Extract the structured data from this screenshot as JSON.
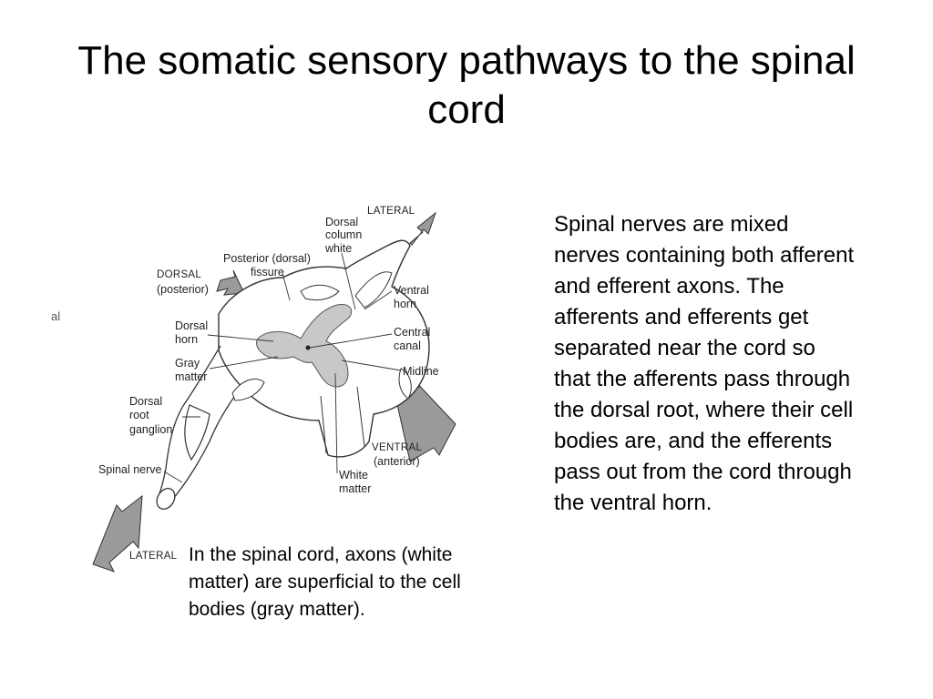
{
  "title": "The somatic sensory pathways to the spinal cord",
  "body_text": "Spinal nerves are mixed nerves containing both afferent and efferent axons.  The afferents and efferents get separated near the cord so that the afferents pass through the dorsal root, where their cell bodies are, and the efferents pass out from the cord through the ventral horn.",
  "caption": "In the spinal cord, axons (white matter) are superficial to the cell bodies (gray matter).",
  "stray_text": "al",
  "diagram": {
    "labels": {
      "lateral_top": "LATERAL",
      "dorsal_column_white": [
        "Dorsal",
        "column",
        "white"
      ],
      "posterior_fissure": [
        "Posterior (dorsal)",
        "fissure"
      ],
      "dorsal_posterior": [
        "DORSAL",
        "(posterior)"
      ],
      "ventral_horn": [
        "Ventral",
        "horn"
      ],
      "dorsal_horn": [
        "Dorsal",
        "horn"
      ],
      "central_canal": [
        "Central",
        "canal"
      ],
      "gray_matter": [
        "Gray",
        "matter"
      ],
      "midline": "Midline",
      "dorsal_root_ganglion": [
        "Dorsal",
        "root",
        "ganglion"
      ],
      "ventral_anterior": [
        "VENTRAL",
        "(anterior)"
      ],
      "spinal_nerve": "Spinal nerve",
      "white_matter": [
        "White",
        "matter"
      ],
      "lateral_bottom": "LATERAL"
    },
    "colors": {
      "gray_matter": "#c8c8c8",
      "arrow_fill": "#9a9a9a",
      "outline": "#333333"
    }
  }
}
